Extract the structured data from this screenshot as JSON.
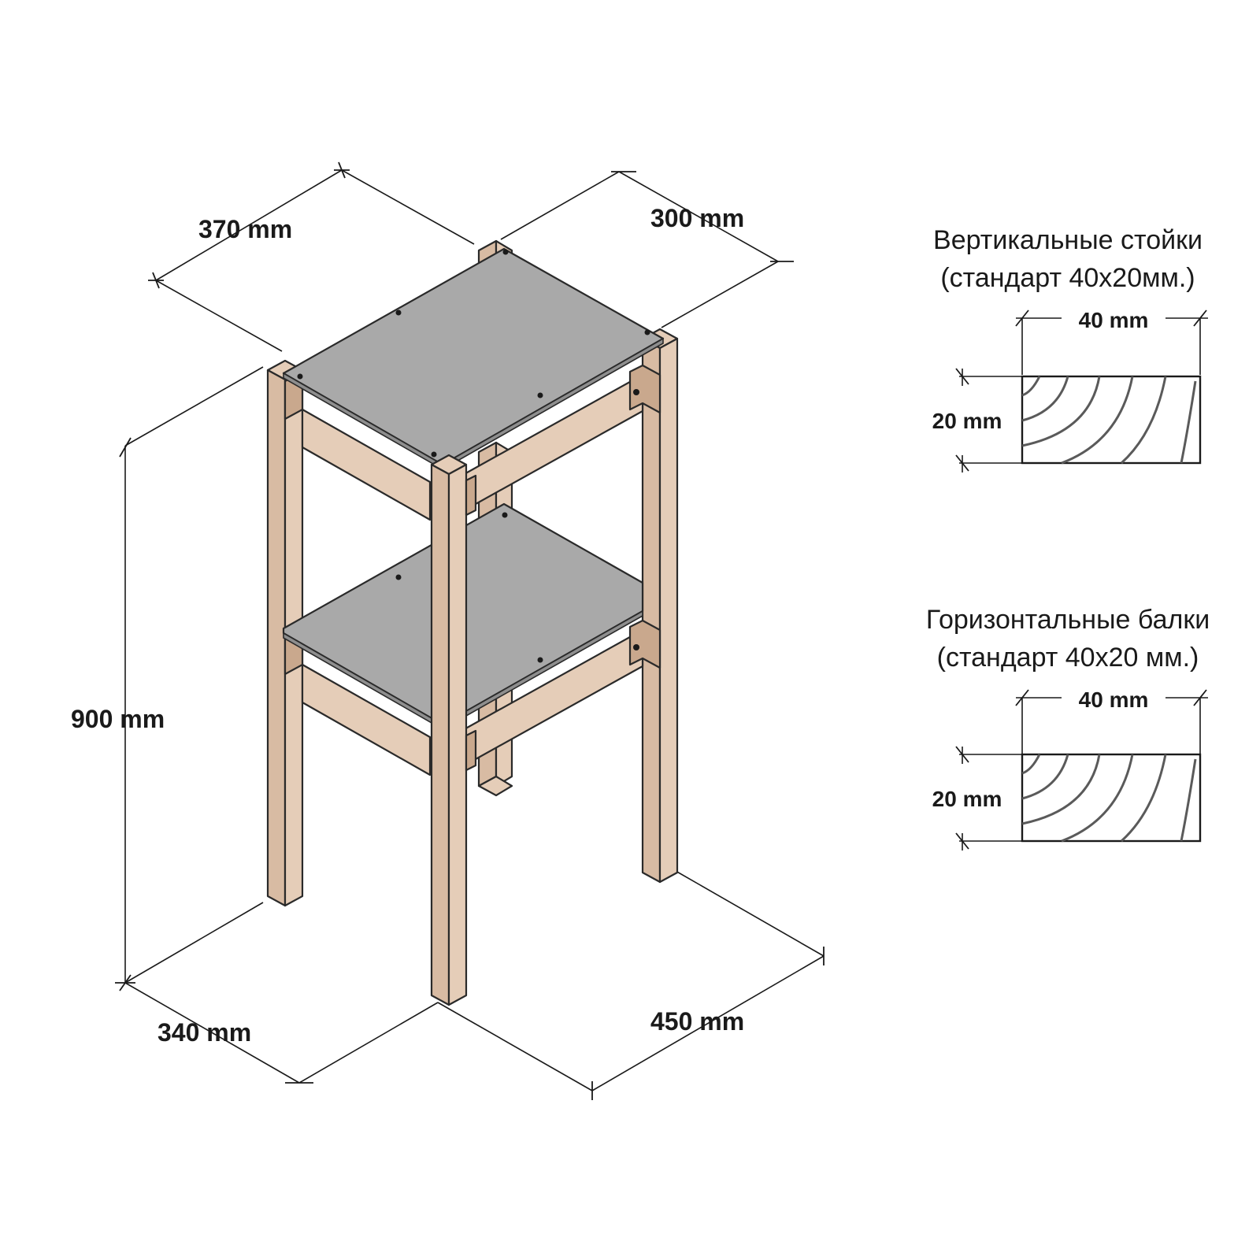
{
  "dimensions": {
    "top_width": "370 mm",
    "top_depth": "300 mm",
    "height": "900 mm",
    "base_depth": "340 mm",
    "base_width": "450 mm"
  },
  "legend": {
    "vertical": {
      "title_line1": "Вертикальные стойки",
      "title_line2": "(стандарт 40x20мм.)",
      "width_label": "40 mm",
      "height_label": "20 mm"
    },
    "horizontal": {
      "title_line1": "Горизонтальные балки",
      "title_line2": "(стандарт 40x20 мм.)",
      "width_label": "40 mm",
      "height_label": "20 mm"
    }
  },
  "colors": {
    "wood": "#e5cdb8",
    "shelf": "#a9a9a9",
    "line": "#1a1a1a"
  }
}
